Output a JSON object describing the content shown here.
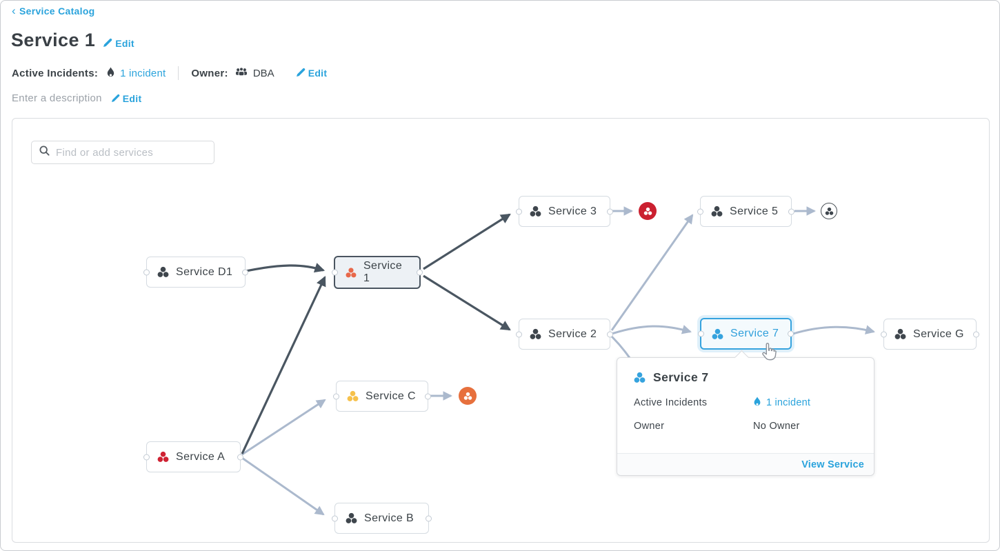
{
  "header": {
    "breadcrumb_chevron": "‹",
    "breadcrumb": "Service Catalog",
    "title": "Service 1",
    "title_edit": "Edit",
    "active_incidents_label": "Active Incidents:",
    "active_incidents_value": "1 incident",
    "owner_label": "Owner:",
    "owner_value": "DBA",
    "owner_edit": "Edit",
    "description_placeholder": "Enter a description",
    "description_edit": "Edit"
  },
  "graph": {
    "search_placeholder": "Find or add services",
    "nodes": [
      {
        "id": "service-d1",
        "label": "Service D1",
        "icon_color": "#3f464d",
        "state": "default"
      },
      {
        "id": "service-1",
        "label": "Service 1",
        "icon_color": "#e8684a",
        "state": "focused"
      },
      {
        "id": "service-3",
        "label": "Service 3",
        "icon_color": "#3f464d",
        "state": "default"
      },
      {
        "id": "service-5",
        "label": "Service 5",
        "icon_color": "#3f464d",
        "state": "default"
      },
      {
        "id": "service-2",
        "label": "Service 2",
        "icon_color": "#3f464d",
        "state": "default"
      },
      {
        "id": "service-7",
        "label": "Service 7",
        "icon_color": "#36a3de",
        "state": "selected"
      },
      {
        "id": "service-g",
        "label": "Service G",
        "icon_color": "#3f464d",
        "state": "default"
      },
      {
        "id": "service-c",
        "label": "Service C",
        "icon_color": "#f6c14b",
        "state": "default"
      },
      {
        "id": "service-a",
        "label": "Service A",
        "icon_color": "#cf2233",
        "state": "default"
      },
      {
        "id": "service-b",
        "label": "Service B",
        "icon_color": "#3f464d",
        "state": "default"
      }
    ],
    "badges": [
      {
        "id": "collapsed-node-critical",
        "color": "#cb2030"
      },
      {
        "id": "collapsed-node-plain",
        "color": "#ffffff"
      },
      {
        "id": "collapsed-node-warning",
        "color": "#e7703d"
      }
    ]
  },
  "tooltip": {
    "title": "Service 7",
    "active_incidents_label": "Active Incidents",
    "active_incidents_value": "1 incident",
    "owner_label": "Owner",
    "owner_value": "No Owner",
    "action": "View Service"
  },
  "colors": {
    "link_blue": "#2aa3dc",
    "dark_text": "#3b4247",
    "edge_dark": "#4a5661",
    "edge_light": "#abb9cd",
    "selected_blue": "#36a3de",
    "focused_border": "#4a5560"
  }
}
